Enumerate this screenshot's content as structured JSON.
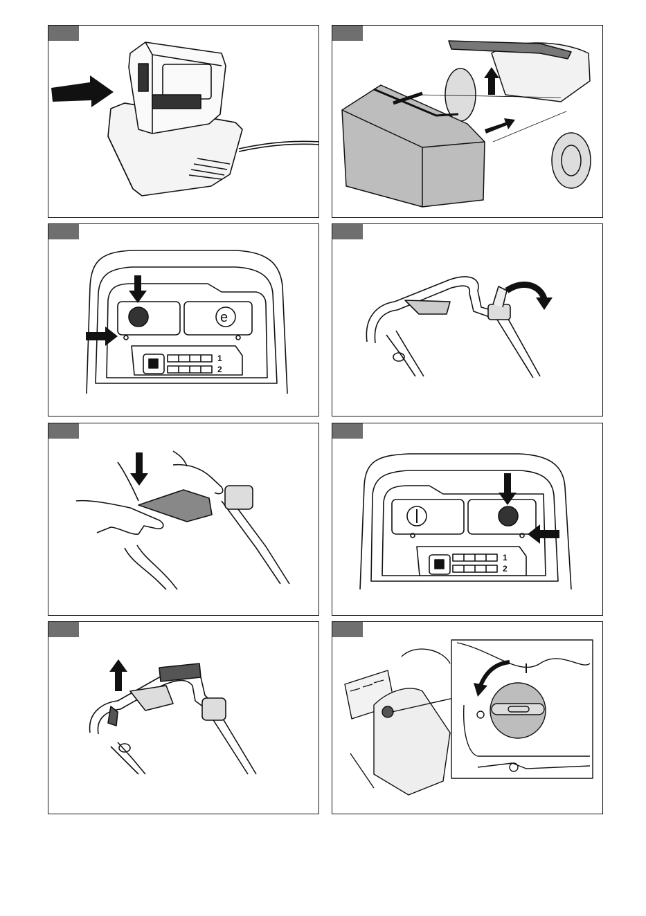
{
  "panel_count": 8,
  "figures": [
    {
      "id": "battery-charger",
      "icons": [
        "battery-icon",
        "charger-icon",
        "insert-arrow-icon"
      ]
    },
    {
      "id": "grass-collector",
      "icons": [
        "grass-bag-icon",
        "lift-arrow-icon"
      ]
    },
    {
      "id": "control-panel-power",
      "icons": [
        "power-button-icon",
        "led-indicator-icon"
      ],
      "battery_labels": [
        "1",
        "2"
      ]
    },
    {
      "id": "handle-lever",
      "icons": [
        "handle-icon",
        "rotate-arrow-icon"
      ]
    },
    {
      "id": "hands-press-handle",
      "icons": [
        "hand-icon",
        "press-arrow-icon"
      ]
    },
    {
      "id": "control-panel-eco",
      "icons": [
        "eco-button-icon",
        "led-indicator-icon"
      ],
      "battery_labels": [
        "1",
        "2"
      ]
    },
    {
      "id": "lift-handle",
      "icons": [
        "handle-icon",
        "up-arrow-icon"
      ]
    },
    {
      "id": "height-knob",
      "icons": [
        "knob-icon",
        "rotate-arrow-icon"
      ]
    }
  ],
  "colors": {
    "tab": "#6f6f6f",
    "line": "#111111",
    "fill_gray": "#bdbdbd",
    "dark": "#222222"
  }
}
